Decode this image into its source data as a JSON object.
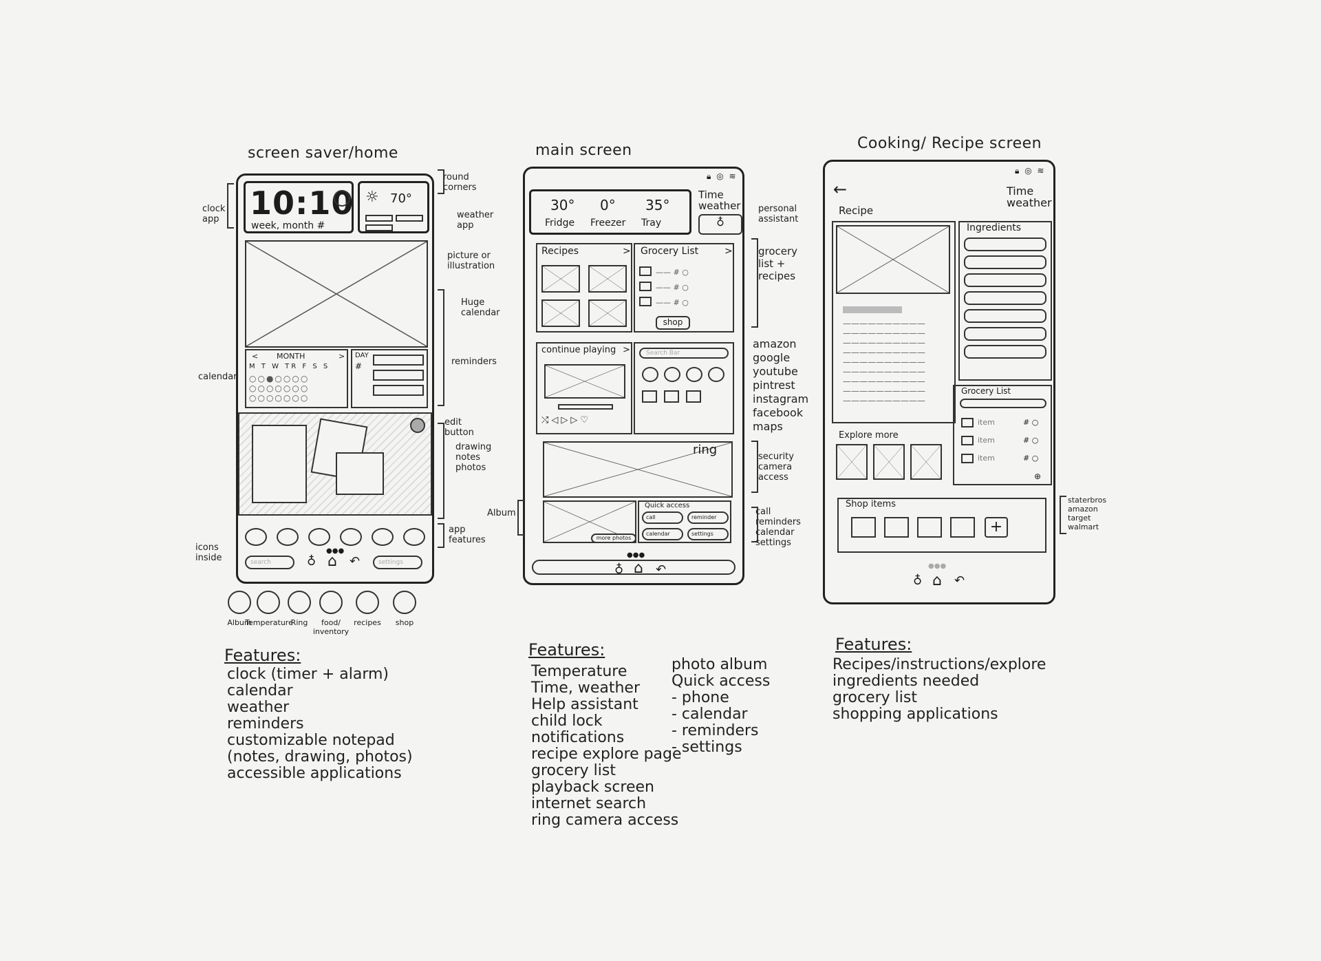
{
  "screens": {
    "home": {
      "title": "screen saver/home",
      "clock_time": "10:10",
      "clock_sub": "week, month #",
      "temp": "70°",
      "cal_month": "MONTH",
      "cal_days": "M T W TR F S S",
      "day_label": "DAY",
      "day_hash": "#",
      "search_ph": "search",
      "settings_ph": "settings",
      "annotations": {
        "round_corners": "round corners",
        "weather_app": "weather app",
        "picture": "picture or illustration",
        "huge_calendar": "Huge calendar",
        "reminders": "reminders",
        "edit_button": "edit button",
        "drawing": "drawing notes photos",
        "app_features": "app features",
        "clock_app": "clock app",
        "calendar": "calendar",
        "icons_inside": "icons inside"
      },
      "apps": [
        "Album",
        "Temperature",
        "Ring",
        "food/ inventory",
        "recipes",
        "shop"
      ]
    },
    "main": {
      "title": "main screen",
      "temp1": "30°",
      "temp2": "0°",
      "temp3": "35°",
      "temp1_label": "Fridge",
      "temp2_label": "Freezer",
      "temp3_label": "Tray",
      "time_weather": "Time weather",
      "recipes": "Recipes",
      "grocery": "Grocery List",
      "shop": "shop",
      "continue_playing": "continue playing",
      "search_ph": "Search Bar",
      "ring": "ring",
      "quick_access": "Quick access",
      "qa_call": "call",
      "qa_reminder": "reminder",
      "qa_calendar": "calendar",
      "qa_settings": "settings",
      "more_photos": "more photos",
      "annotations": {
        "personal_assistant": "personal assistant",
        "grocery_recipes": "grocery list + recipes",
        "services": [
          "amazon",
          "google",
          "youtube",
          "pintrest",
          "instagram",
          "facebook",
          "maps"
        ],
        "security": "security camera access",
        "album": "Album",
        "call": "call reminders calendar settings"
      }
    },
    "cooking": {
      "title": "Cooking/ Recipe screen",
      "time_weather": "Time weather",
      "recipe": "Recipe",
      "ingredients": "Ingredients",
      "grocery": "Grocery List",
      "item": "item",
      "explore_more": "Explore more",
      "shop_items": "Shop items",
      "stores": [
        "staterbros",
        "amazon",
        "target",
        "walmart"
      ]
    }
  },
  "features": {
    "heading": "Features:",
    "home": [
      "clock (timer + alarm)",
      "calendar",
      "weather",
      "reminders",
      "customizable notepad",
      "(notes, drawing, photos)",
      "accessible applications"
    ],
    "main_col1": [
      "Temperature",
      "Time, weather",
      "Help assistant",
      "child lock",
      "notifications",
      "recipe explore page",
      "grocery list",
      "playback screen",
      "internet search",
      "ring camera access"
    ],
    "main_col2": [
      "photo album",
      "Quick access",
      "- phone",
      "- calendar",
      "- reminders",
      "- settings"
    ],
    "cooking": [
      "Recipes/instructions/explore",
      "ingredients needed",
      "grocery list",
      "shopping applications"
    ]
  }
}
